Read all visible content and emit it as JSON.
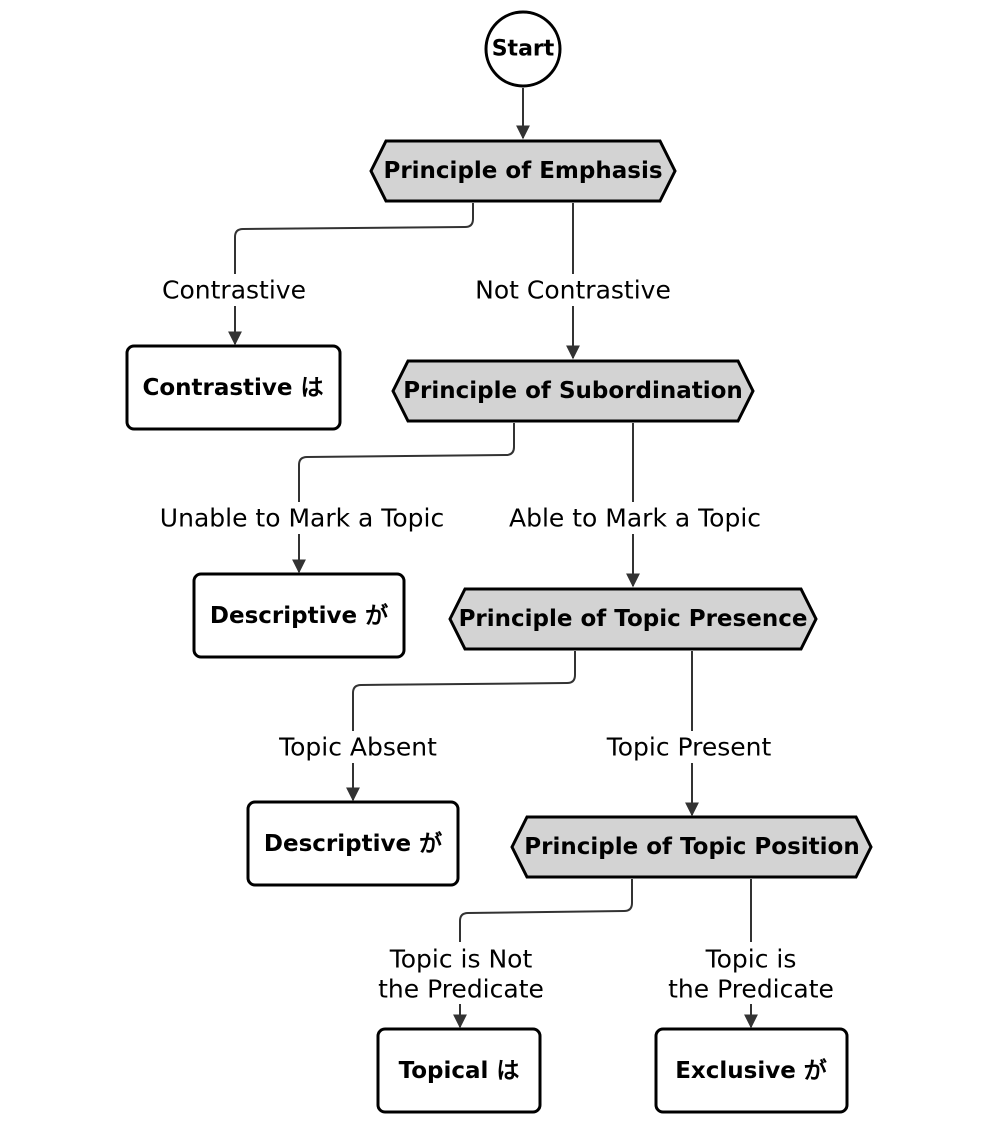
{
  "colors": {
    "stroke": "#000000",
    "edge": "#333333",
    "decision_fill": "#d3d3d3",
    "box_fill": "#ffffff",
    "label_bg": "#ffffff"
  },
  "nodes": {
    "start": "Start",
    "emphasis": "Principle of Emphasis",
    "contrastive_wa": "Contrastive は",
    "subordination": "Principle of Subordination",
    "descriptive_ga_1": "Descriptive が",
    "topic_presence": "Principle of Topic Presence",
    "descriptive_ga_2": "Descriptive が",
    "topic_position": "Principle of Topic Position",
    "topical_wa": "Topical は",
    "exclusive_ga": "Exclusive が"
  },
  "edges": {
    "contrastive": "Contrastive",
    "not_contrastive": "Not Contrastive",
    "unable_topic": "Unable to Mark a Topic",
    "able_topic": "Able to Mark a Topic",
    "topic_absent": "Topic Absent",
    "topic_present": "Topic Present",
    "topic_not_predicate_1": "Topic is Not",
    "topic_not_predicate_2": "the Predicate",
    "topic_is_predicate_1": "Topic is",
    "topic_is_predicate_2": "the Predicate"
  }
}
